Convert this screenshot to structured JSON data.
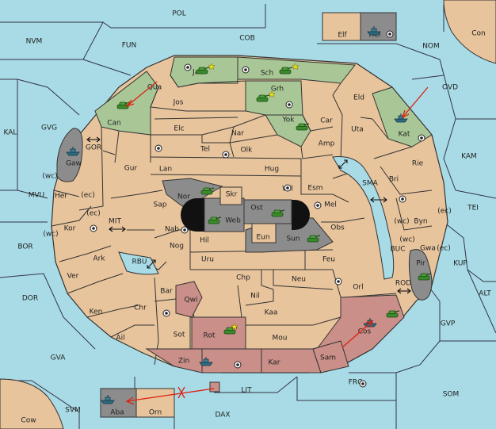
{
  "colors": {
    "sea": "#a8dbe6",
    "land": "#e8c49c",
    "green": "#a9c796",
    "gray": "#8c8c8c",
    "rose": "#c98f88",
    "black": "#111111",
    "order_arrow": "#d21111"
  },
  "labels": {
    "POL": "POL",
    "NVM": "NVM",
    "FUN": "FUN",
    "COB": "COB",
    "NOM": "NOM",
    "Con": "Con",
    "Elf": "Elf",
    "Hel": "Hel",
    "OVD": "OVD",
    "KAL": "KAL",
    "GVG": "GVG",
    "KAM": "KAM",
    "TEI": "TEI",
    "MVU": "MVU",
    "BOR": "BOR",
    "DOR": "DOR",
    "KUP": "KUP",
    "ALT": "ALT",
    "GVP": "GVP",
    "GVA": "GVA",
    "FRO": "FRO",
    "SOM": "SOM",
    "LIT": "LIT",
    "SVM": "SVM",
    "DAX": "DAX",
    "Cow": "Cow",
    "Aba": "Aba",
    "Orn": "Orn",
    "GOR": "GOR",
    "MIT": "MIT",
    "RBU": "RBU",
    "SMA": "SMA",
    "BUC": "BUC",
    "ROD": "ROD",
    "Jad": "Jad",
    "Sch": "Sch",
    "Qua": "Qua",
    "Jos": "Jos",
    "Grh": "Grh",
    "Eld": "Eld",
    "Can": "Can",
    "Elc": "Elc",
    "Nar": "Nar",
    "Yok": "Yok",
    "Car": "Car",
    "Uta": "Uta",
    "Kat": "Kat",
    "Tel": "Tel",
    "Olk": "Olk",
    "Amp": "Amp",
    "Gaw": "Gaw",
    "Gur": "Gur",
    "Lan": "Lan",
    "Hug": "Hug",
    "Rie": "Rie",
    "Bri": "Bri",
    "Her": "Her",
    "Nor": "Nor",
    "Wil": "Wil",
    "Esm": "Esm",
    "Skr": "Skr",
    "Ost": "Ost",
    "Mel": "Mel",
    "Byn": "Byn",
    "Sap": "Sap",
    "Web": "Web",
    "Kor": "Kor",
    "Nab": "Nab",
    "Eun": "Eun",
    "Obs": "Obs",
    "Sun": "Sun",
    "Gwa": "Gwa",
    "Nog": "Nog",
    "Hil": "Hil",
    "Ark": "Ark",
    "Uru": "Uru",
    "Feu": "Feu",
    "Pir": "Pir",
    "Chp": "Chp",
    "Neu": "Neu",
    "Ver": "Ver",
    "Bar": "Bar",
    "Orl": "Orl",
    "Nil": "Nil",
    "Qwi": "Qwi",
    "Chr": "Chr",
    "Ken": "Ken",
    "Kaa": "Kaa",
    "Cos": "Cos",
    "Rot": "Rot",
    "Sot": "Sot",
    "Mou": "Mou",
    "Ail": "Ail",
    "Sam": "Sam",
    "Zin": "Zin",
    "Kar": "Kar"
  },
  "coast_notes": {
    "her_wc": "(wc)",
    "her_ec": "(ec)",
    "kor_ec": "(ec)",
    "kor_wc": "(wc)",
    "byn_wc": "(wc)",
    "byn_ec": "(ec)",
    "gwa_wc": "(wc)",
    "gwa_ec": "(ec)"
  },
  "unit_icons": [
    "fleet-icon",
    "army-icon",
    "supply-center-icon",
    "star-icon",
    "order-arrow-icon",
    "cut-mark-icon",
    "connection-arrow-icon"
  ]
}
